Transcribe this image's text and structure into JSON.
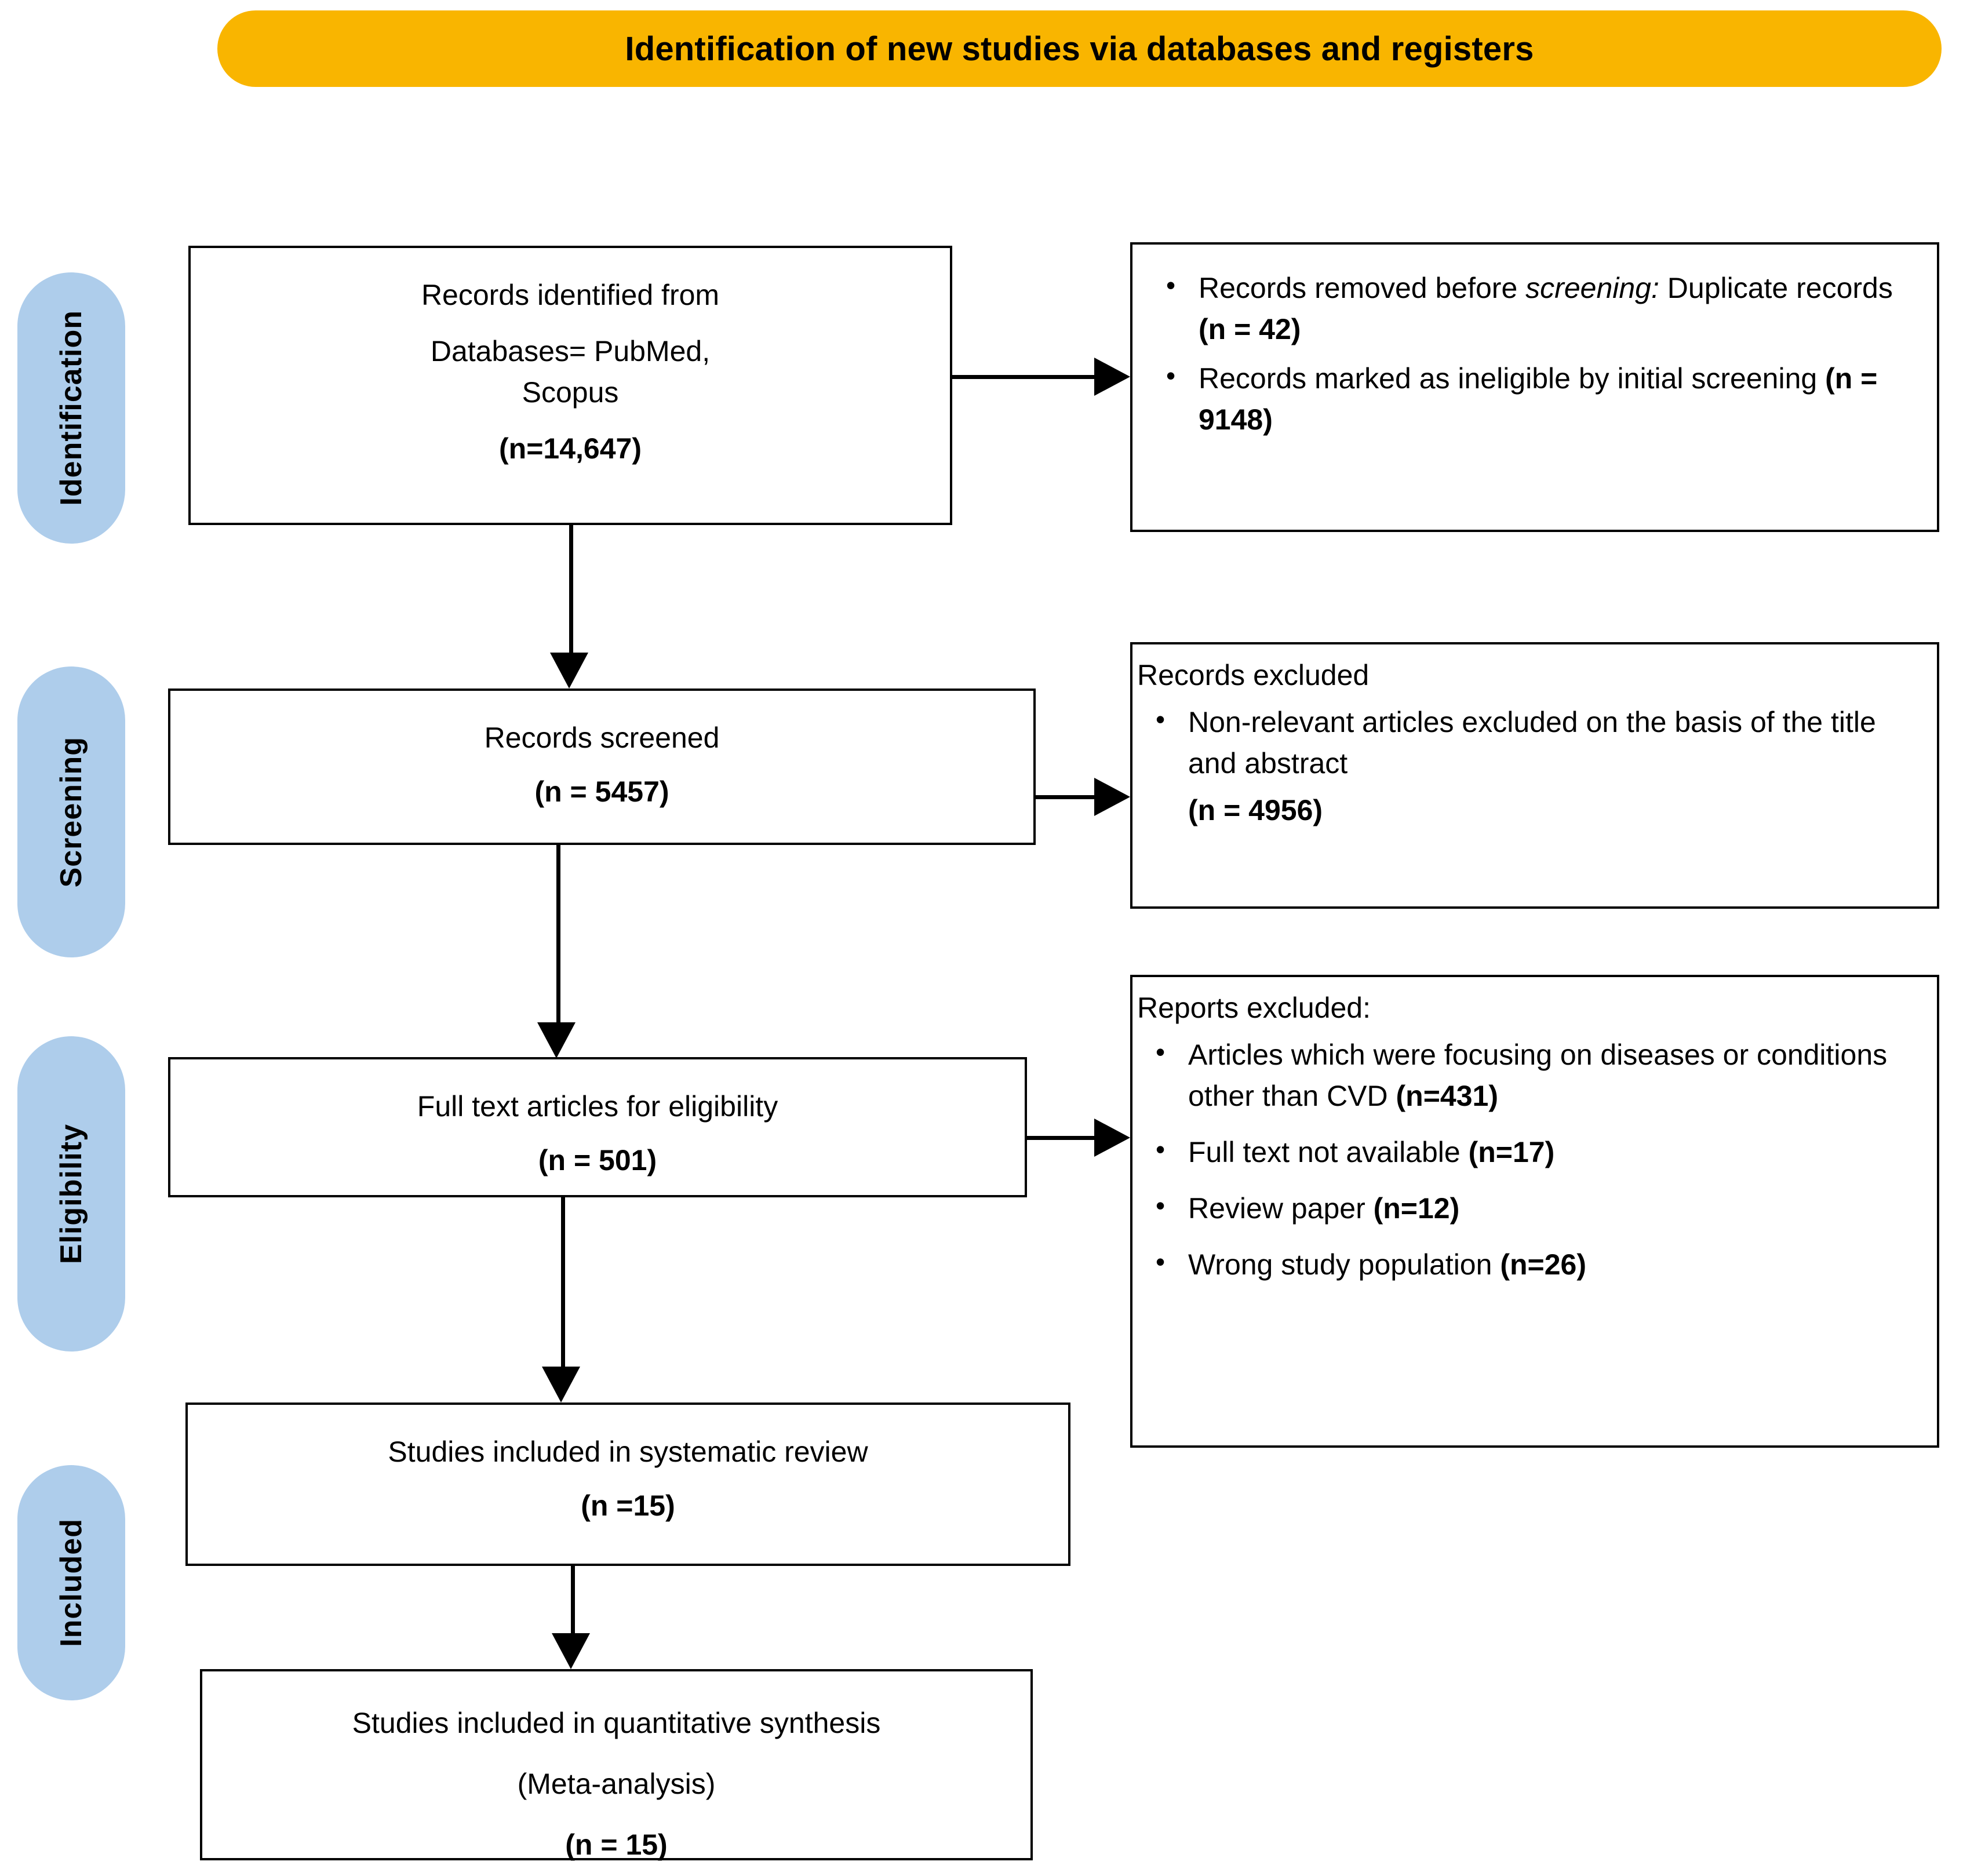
{
  "header": {
    "title": "Identification of new studies via databases and registers",
    "background_color": "#F9B500"
  },
  "stages": {
    "accent_color": "#AECDEB",
    "identification": "Identification",
    "screening": "Screening",
    "eligibility": "Eligibility",
    "included": "Included"
  },
  "boxes": {
    "identified": {
      "line1": "Records identified from",
      "line2": "Databases= PubMed,",
      "line3": "Scopus",
      "count": "(n=14,647)"
    },
    "removed": {
      "bullet1_text": "Records removed before ",
      "bullet1_em": "screening:",
      "bullet1_cont": "Duplicate records ",
      "bullet1_count": "(n = 42)",
      "bullet2_text": "Records marked as ineligible by initial screening ",
      "bullet2_count": "(n = 9148)"
    },
    "screened": {
      "label": "Records screened",
      "count": "(n = 5457)"
    },
    "excluded": {
      "lead": "Records excluded",
      "bullet1_text": "Non-relevant articles excluded on the basis of the title and abstract",
      "bullet1_count": "(n = 4956)"
    },
    "eligibility": {
      "label": "Full text articles for eligibility",
      "count": "(n = 501)"
    },
    "reports_excluded": {
      "lead": "Reports excluded:",
      "bullet1_text": "Articles which were focusing on diseases or conditions other than CVD ",
      "bullet1_count": "(n=431)",
      "bullet2_text": "Full text not available ",
      "bullet2_count": "(n=17)",
      "bullet3_text": "Review paper ",
      "bullet3_count": "(n=12)",
      "bullet4_text": "Wrong study population ",
      "bullet4_count": "(n=26)"
    },
    "systematic": {
      "label": "Studies included in systematic review",
      "count": "(n =15)"
    },
    "quantitative": {
      "line1": "Studies included in quantitative synthesis",
      "line2": "(Meta-analysis)",
      "count": "(n = 15)"
    }
  }
}
